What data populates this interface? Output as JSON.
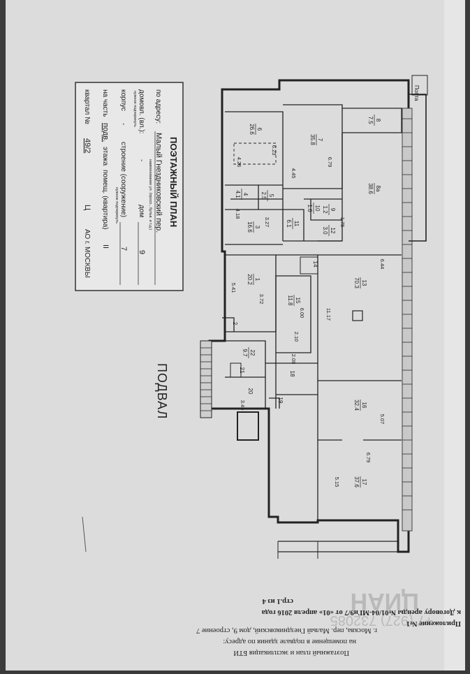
{
  "stamp": {
    "title": "ПОЭТАЖНЫЙ ПЛАН",
    "address_label": "по адресу:",
    "address_value": "Малый Гнездниковский пер.",
    "address_hint": "наименование ул. (просп., бульв. и т.д.)",
    "house_label": "домовл. (вл.):",
    "house_dash": "-",
    "dom_label": "дом",
    "dom_value": "9",
    "hint_needed1": "нужное подчеркнуть",
    "korpus_label": "корпус",
    "korpus_value": "-",
    "stroenie_label": "строение (сооружение)",
    "stroenie_value": "7",
    "hint_needed2": "нужное подчеркнуть",
    "part_label": "на часть",
    "part_value": "подв.",
    "floor_label": "этажа",
    "room_label": "помещ. (квартира)",
    "room_value": "II",
    "kvartal_label": "квартал №",
    "kvartal_value": "49/2",
    "c_value": "Ц",
    "ao_label": "АО г. МОСКВЫ"
  },
  "plan": {
    "floor_name": "ПОДВАЛ",
    "corner_label": "Попта",
    "rooms": [
      {
        "num": "6",
        "area": "26.6"
      },
      {
        "num": "7",
        "area": "35.8"
      },
      {
        "num": "8",
        "area": "7.5"
      },
      {
        "num": "8а",
        "area": "38.6"
      },
      {
        "num": "4",
        "area": "4.1"
      },
      {
        "num": "5",
        "area": "2.5"
      },
      {
        "num": "3",
        "area": "16.6"
      },
      {
        "num": "11",
        "area": "6.1"
      },
      {
        "num": "12",
        "area": "3.0"
      },
      {
        "num": "10",
        "area": "1.6"
      },
      {
        "num": "9",
        "area": "1.2"
      },
      {
        "num": "1",
        "area": "20.2"
      },
      {
        "num": "15",
        "area": "11.8"
      },
      {
        "num": "13",
        "area": "70.3"
      },
      {
        "num": "14",
        "area": ""
      },
      {
        "num": "22",
        "area": "9.7"
      },
      {
        "num": "21",
        "area": ""
      },
      {
        "num": "20",
        "area": ""
      },
      {
        "num": "18",
        "area": ""
      },
      {
        "num": "19",
        "area": ""
      },
      {
        "num": "16",
        "area": "32.4"
      },
      {
        "num": "17",
        "area": "37.6"
      },
      {
        "num": "2",
        "area": ""
      }
    ],
    "dims": [
      "4.26",
      "6.23",
      "6.79",
      "4.45",
      "4.18",
      "3.27",
      "1.75",
      "5.41",
      "3.72",
      "6.00",
      "2.10",
      "11.17",
      "6.44",
      "2.08",
      "3.43",
      "5.07",
      "6.79",
      "5.15"
    ]
  },
  "footer": {
    "line1": "Приложение №1",
    "line2": "к Договору аренды №01/04-МГн9/7 от «01» апреля 2016 года",
    "line3": "стр.1 из 4",
    "line4": "Поэтажный план и экспликация БТИ",
    "line5": "на помещение в подвале здания по адресу:",
    "line6": "г. Москва, пер. Малый Гнездниковский, дом 9, строение 7"
  },
  "watermark": {
    "text": "ЦИАН",
    "number": "+7 (927) 732085"
  }
}
